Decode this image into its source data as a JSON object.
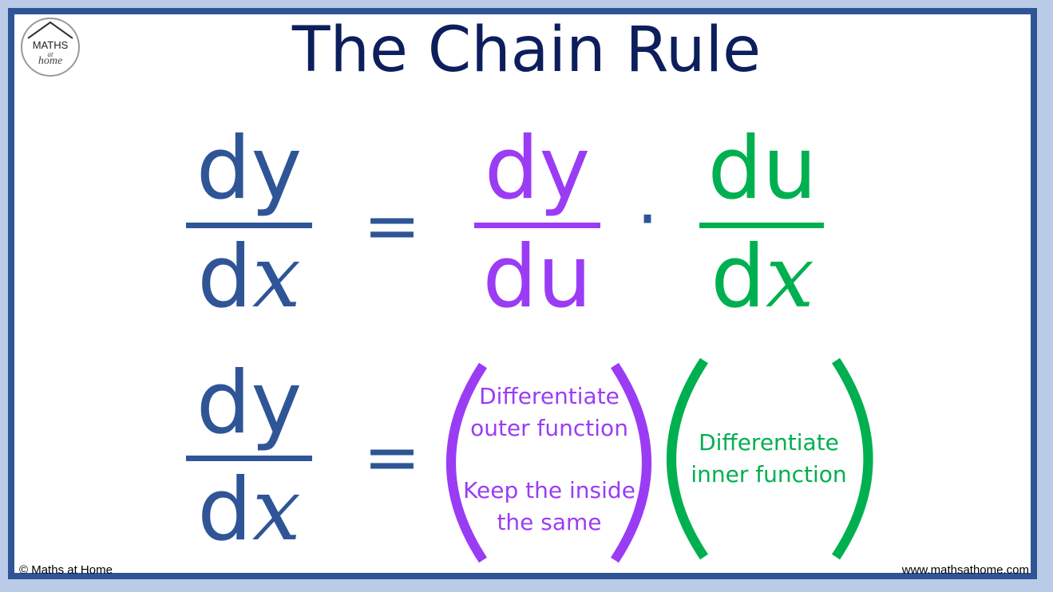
{
  "title": "The Chain Rule",
  "logo": {
    "line1": "MATHS",
    "line2": "at",
    "line3": "home"
  },
  "colors": {
    "blue": "#2f5597",
    "purple": "#9b3cf5",
    "green": "#00b050",
    "title": "#0c1f5c"
  },
  "row1": {
    "lhs": {
      "num": "dy",
      "den_d": "d",
      "den_var": "x"
    },
    "equals": "=",
    "factor1": {
      "num": "dy",
      "den": "du"
    },
    "dot": "·",
    "factor2": {
      "num": "du",
      "den_d": "d",
      "den_var": "x"
    }
  },
  "row2": {
    "lhs": {
      "num": "dy",
      "den_d": "d",
      "den_var": "x"
    },
    "equals": "=",
    "outer": {
      "line1": "Differentiate",
      "line2": "outer function",
      "line3": "Keep the inside",
      "line4": "the same"
    },
    "inner": {
      "line1": "Differentiate",
      "line2": "inner function"
    }
  },
  "footer": {
    "left": "© Maths at Home",
    "right": "www.mathsathome.com"
  }
}
